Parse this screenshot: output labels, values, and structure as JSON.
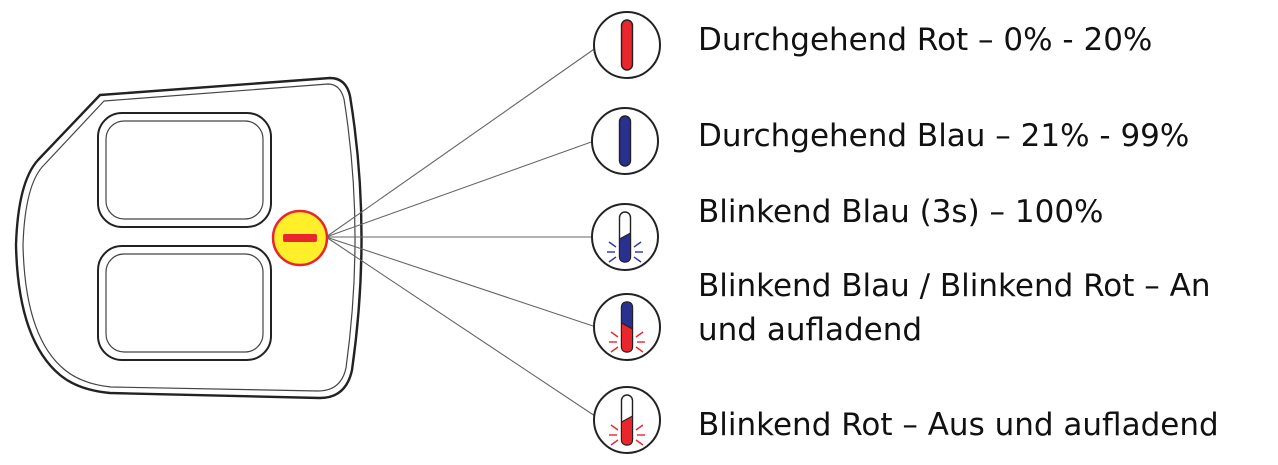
{
  "legend": [
    {
      "text": "Durchgehend Rot – 0% - 20%",
      "indicator": "solid",
      "colors": [
        "#e8262c"
      ],
      "blinking": false,
      "blink_color": ""
    },
    {
      "text": "Durchgehend Blau – 21% - 99%",
      "indicator": "solid",
      "colors": [
        "#29308f"
      ],
      "blinking": false,
      "blink_color": ""
    },
    {
      "text": "Blinkend Blau (3s) – 100%",
      "indicator": "partial",
      "colors": [
        "#29308f"
      ],
      "blinking": true,
      "blink_color": "#2b34a8"
    },
    {
      "text": "Blinkend Blau / Blinkend Rot – An und aufladend",
      "indicator": "split",
      "colors": [
        "#29308f",
        "#e8262c"
      ],
      "blinking": true,
      "blink_color": "#e8262c"
    },
    {
      "text": "Blinkend Rot – Aus und aufladend",
      "indicator": "partial",
      "colors": [
        "#e8262c"
      ],
      "blinking": true,
      "blink_color": "#e8262c"
    }
  ],
  "device": {
    "status_button_color": "#ffee2a",
    "status_button_mark_color": "#e8262c"
  }
}
